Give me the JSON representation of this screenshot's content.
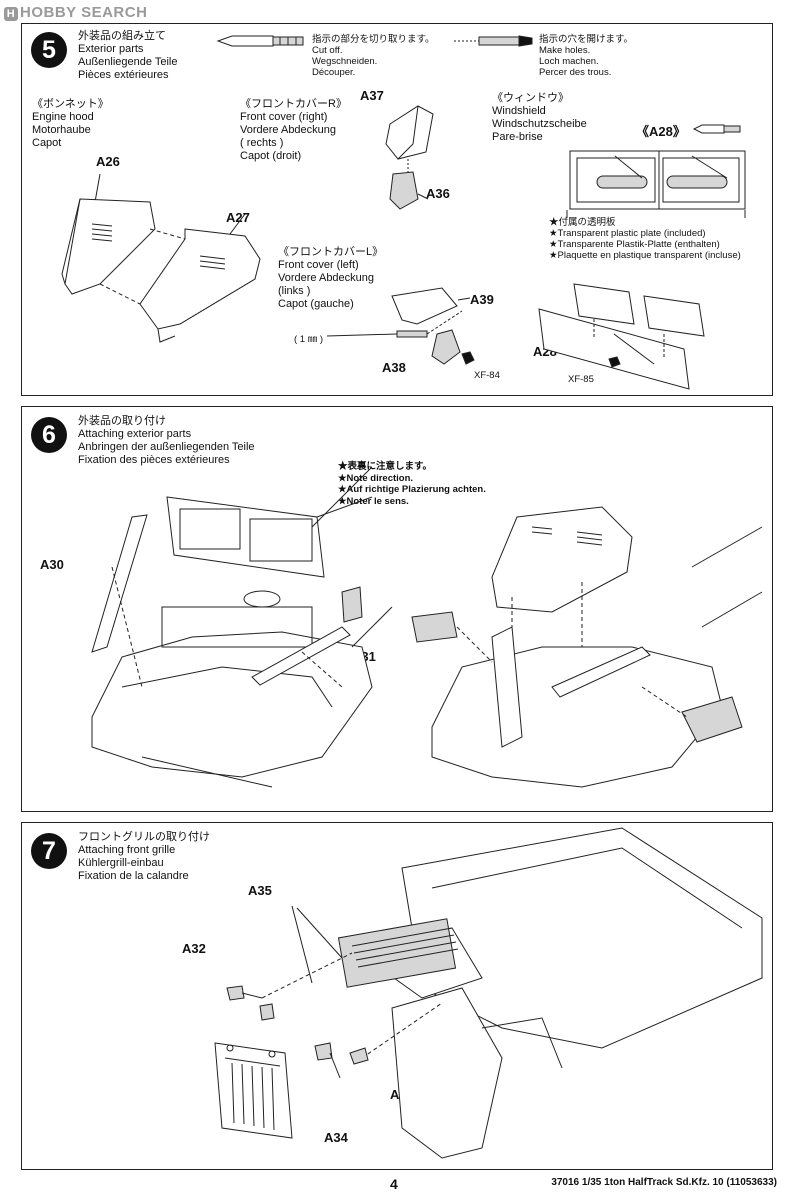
{
  "watermark": "HOBBY SEARCH",
  "step5": {
    "number": "5",
    "title_jp": "外装品の組み立て",
    "title_en": "Exterior parts",
    "title_de": "Außenliegende Teile",
    "title_fr": "Pièces extérieures",
    "cut_jp": "指示の部分を切り取ります。",
    "cut_en": "Cut off.",
    "cut_de": "Wegschneiden.",
    "cut_fr": "Découper.",
    "holes_jp": "指示の穴を開けます。",
    "holes_en": "Make holes.",
    "holes_de": "Loch machen.",
    "holes_fr": "Percer des trous.",
    "hood_jp": "《ボンネット》",
    "hood_en": "Engine hood",
    "hood_de": "Motorhaube",
    "hood_fr": "Capot",
    "fcr_jp": "《フロントカバーR》",
    "fcr_en": "Front cover (right)",
    "fcr_de1": "Vordere Abdeckung",
    "fcr_de2": "( rechts )",
    "fcr_fr": "Capot (droit)",
    "fcl_jp": "《フロントカバーL》",
    "fcl_en": "Front cover (left)",
    "fcl_de1": "Vordere Abdeckung",
    "fcl_de2": "(links )",
    "fcl_fr": "Capot (gauche)",
    "ws_jp": "《ウィンドウ》",
    "ws_en": "Windshield",
    "ws_de": "Windschutzscheibe",
    "ws_fr": "Pare-brise",
    "plate_jp": "★付属の透明板",
    "plate_en": "★Transparent plastic plate (included)",
    "plate_de": "★Transparente Plastik-Platte (enthalten)",
    "plate_fr": "★Plaquette en plastique transparent (incluse)",
    "drill": "( 1 ㎜ )",
    "labels": {
      "a26": "A26",
      "a27": "A27",
      "a37": "A37",
      "a36": "A36",
      "a39": "A39",
      "a38": "A38",
      "xf84": "XF-84",
      "a28a": "《A28》",
      "a28b": "A28",
      "xf85": "XF-85"
    }
  },
  "step6": {
    "number": "6",
    "title_jp": "外装品の取り付け",
    "title_en": "Attaching exterior parts",
    "title_de": "Anbringen der außenliegenden Teile",
    "title_fr": "Fixation des pièces extérieures",
    "note_jp": "★表裏に注意します。",
    "note_en": "★Note direction.",
    "note_de": "★Auf richtige Plazierung achten.",
    "note_fr": "★Noter le sens.",
    "labels": {
      "a30": "A30",
      "a31": "A31"
    }
  },
  "step7": {
    "number": "7",
    "title_jp": "フロントグリルの取り付け",
    "title_en": "Attaching front grille",
    "title_de": "Kühlergrill-einbau",
    "title_fr": "Fixation de la calandre",
    "labels": {
      "a35": "A35",
      "a32": "A32",
      "a33": "A33",
      "a34": "A34"
    }
  },
  "footer": {
    "page_number": "4",
    "code": "37016  1/35 1ton HalfTrack Sd.Kfz. 10 (11053633)"
  }
}
